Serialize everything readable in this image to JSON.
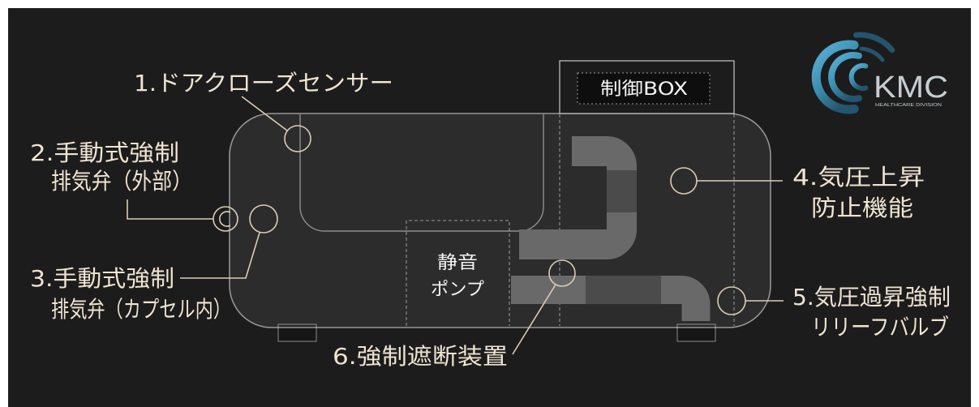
{
  "logo": {
    "icon": "kmc-swirl-icon",
    "brand": "KMC",
    "division": "HEALTHCARE DIVISION"
  },
  "control_box": {
    "label": "制御BOX"
  },
  "pump": {
    "lines": [
      "静音",
      "ポンプ"
    ]
  },
  "callouts": [
    {
      "lines": [
        "1.ドアクローズセンサー"
      ]
    },
    {
      "lines": [
        "2.手動式強制",
        "排気弁（外部）"
      ]
    },
    {
      "lines": [
        "3.手動式強制",
        "排気弁（カプセル内）"
      ]
    },
    {
      "lines": [
        "4.気圧上昇",
        "防止機能"
      ]
    },
    {
      "lines": [
        "5.気圧過昇強制",
        "リリーフバルブ"
      ]
    },
    {
      "lines": [
        "6.強制遮断装置"
      ]
    }
  ],
  "colors": {
    "frame": "#ffffff",
    "background": "#1c1c1c",
    "label_text": "#efe4d2",
    "leader_line": "#d9ccb8",
    "outline": "#bdbdbd",
    "pipe": "#696969",
    "pipe_dark": "#4b4b4b",
    "logo_accent": "#3a8db0",
    "logo_dark": "#24546e",
    "logo_text": "#c6cdd1"
  }
}
